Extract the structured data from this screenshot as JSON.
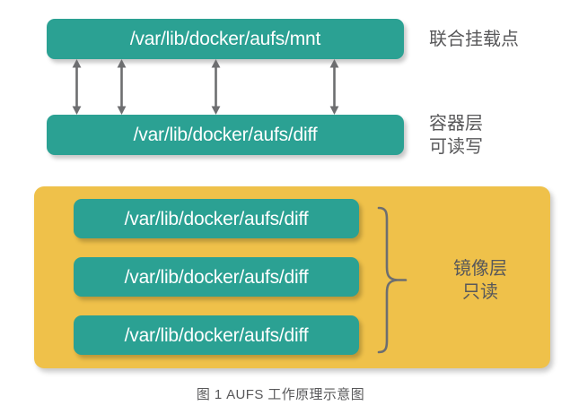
{
  "diagram": {
    "caption": "图 1 AUFS 工作原理示意图",
    "colors": {
      "teal": "#2ba193",
      "yellow": "#efc14a",
      "arrow": "#6d6e70",
      "text_dark": "#58585a",
      "text_light": "#ffffff",
      "background": "#ffffff"
    },
    "union_mount": {
      "box_label": "/var/lib/docker/aufs/mnt",
      "side_label": "联合挂载点"
    },
    "container_layer": {
      "box_label": "/var/lib/docker/aufs/diff",
      "side_label": "容器层\n可读写"
    },
    "image_layer": {
      "side_label": "镜像层\n只读",
      "boxes": [
        {
          "label": "/var/lib/docker/aufs/diff"
        },
        {
          "label": "/var/lib/docker/aufs/diff"
        },
        {
          "label": "/var/lib/docker/aufs/diff"
        }
      ]
    },
    "connectors": {
      "icon": "double-headed-arrow",
      "count": 4,
      "x_positions": [
        85,
        135,
        240,
        372
      ]
    }
  }
}
